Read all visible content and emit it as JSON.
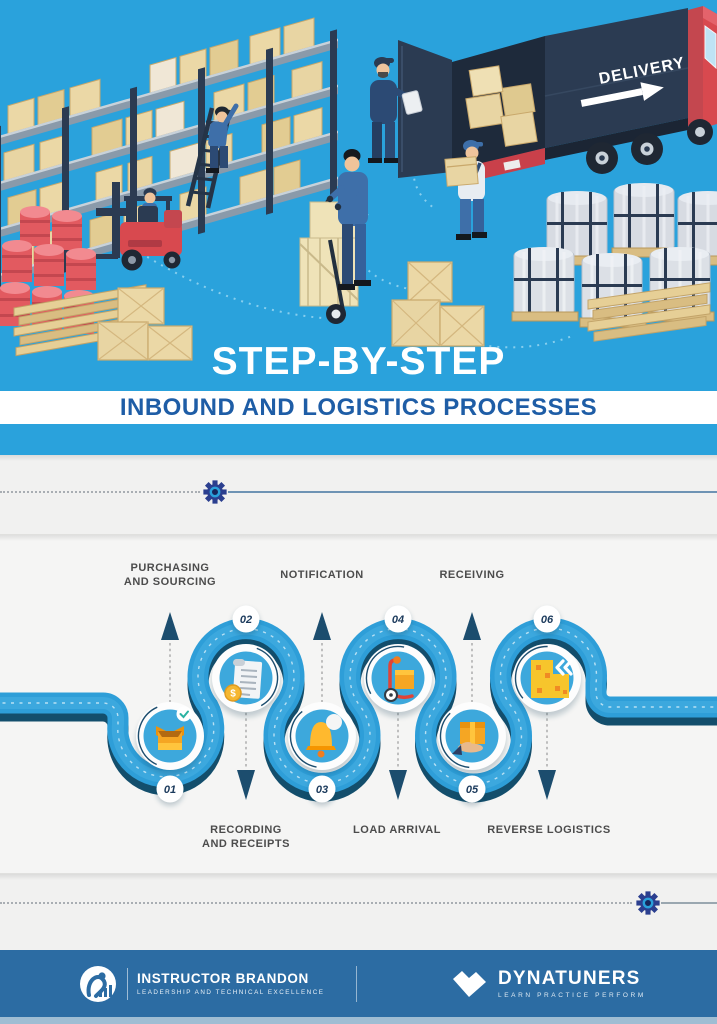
{
  "hero": {
    "truck_sign": "DELIVERY"
  },
  "title": {
    "line1": "STEP-BY-STEP",
    "line2": "INBOUND AND LOGISTICS PROCESSES"
  },
  "steps": [
    {
      "num": "01",
      "line1": "PURCHASING",
      "line2": "AND SOURCING",
      "icon": "open-box-check-icon",
      "label_side": "top"
    },
    {
      "num": "02",
      "line1": "RECORDING",
      "line2": "AND RECEIPTS",
      "icon": "receipt-coin-icon",
      "label_side": "bottom"
    },
    {
      "num": "03",
      "line1": "NOTIFICATION",
      "line2": "",
      "icon": "bell-alert-icon",
      "label_side": "top"
    },
    {
      "num": "04",
      "line1": "LOAD ARRIVAL",
      "line2": "",
      "icon": "hand-truck-icon",
      "label_side": "bottom"
    },
    {
      "num": "05",
      "line1": "RECEIVING",
      "line2": "",
      "icon": "hand-box-icon",
      "label_side": "top"
    },
    {
      "num": "06",
      "line1": "REVERSE LOGISTICS",
      "line2": "",
      "icon": "boxes-return-icon",
      "label_side": "bottom"
    }
  ],
  "footer": {
    "left": {
      "name": "INSTRUCTOR BRANDON",
      "tagline": "LEADERSHIP AND TECHNICAL EXCELLENCE"
    },
    "right": {
      "name": "DYNATUNERS",
      "tagline": "LEARN PRACTICE PERFORM"
    }
  },
  "colors": {
    "sky_blue": "#2AA2DC",
    "road_blue": "#2E9ED8",
    "road_shadow": "#134E6C",
    "heading_blue": "#1E5DA6",
    "footer_blue": "#2C6CA3",
    "gear_navy": "#2B3F8F",
    "arrow_navy": "#1C4D6E",
    "crate_tan": "#EBD8A6",
    "alert_red": "#D8494F",
    "icon_gold": "#F5A623"
  }
}
